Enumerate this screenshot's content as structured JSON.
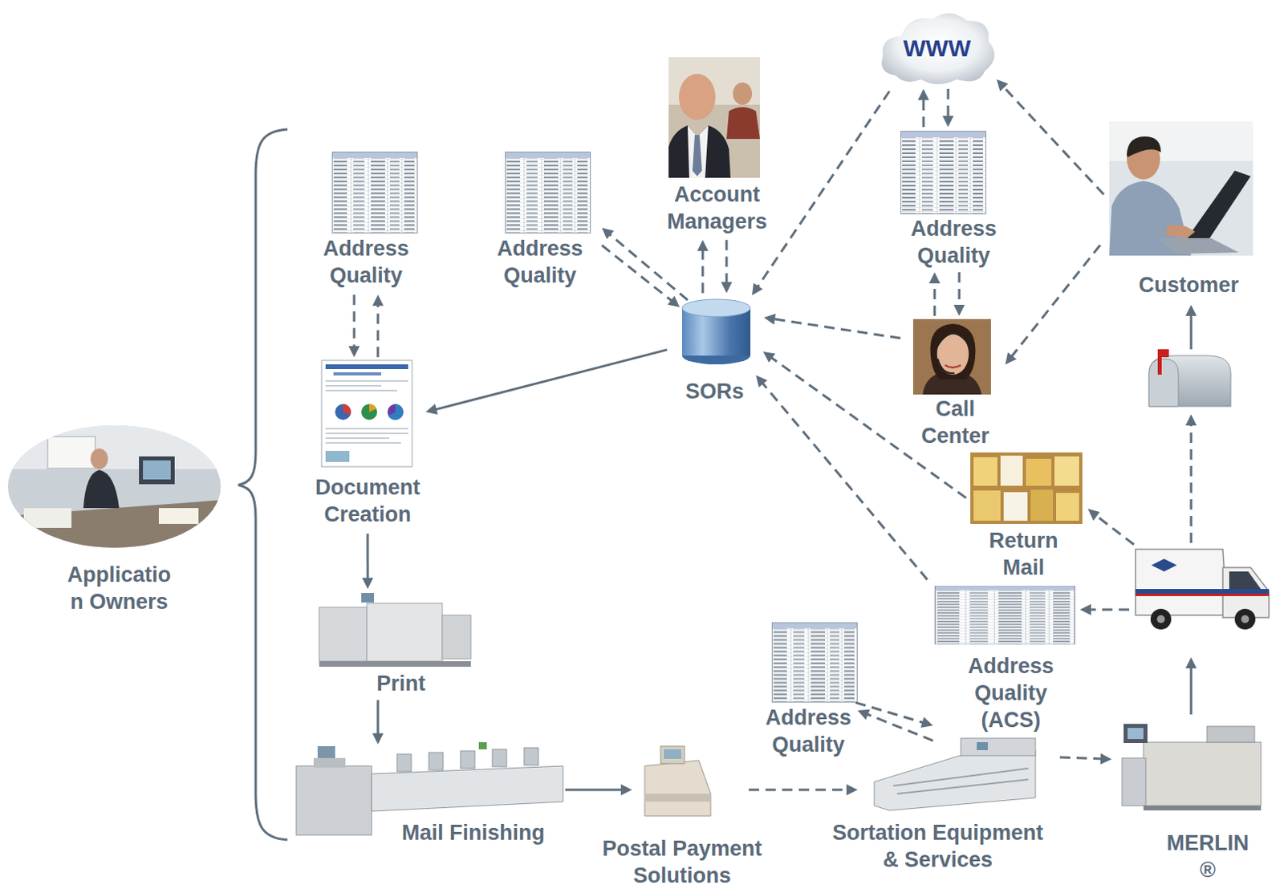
{
  "diagram": {
    "nodes": [
      {
        "text": [
          "WWW"
        ]
      },
      {
        "text": [
          "Account Managers"
        ]
      },
      {
        "text": [
          "Address Quality"
        ]
      },
      {
        "text": [
          "Address Quality"
        ]
      },
      {
        "text": [
          "Address Quality"
        ]
      },
      {
        "text": [
          "Customer"
        ]
      },
      {
        "text": [
          "SORs"
        ]
      },
      {
        "text": [
          "Call Center"
        ]
      },
      {
        "text": [
          "Document Creation"
        ]
      },
      {
        "text": [
          "Return Mail"
        ]
      },
      {
        "text": [
          "Applicatio n Owners"
        ]
      },
      {
        "text": [
          "Address Quality (ACS)"
        ]
      },
      {
        "text": [
          "Print"
        ]
      },
      {
        "text": [
          "Address Quality"
        ]
      },
      {
        "text": [
          "Mail Finishing"
        ]
      },
      {
        "text": [
          "Sortation Equipment & Services"
        ]
      },
      {
        "text": [
          "Postal Payment Solutions"
        ]
      },
      {
        "text": [
          "MERLIN ®"
        ]
      }
    ],
    "edges": [
      {
        "from": 2,
        "to": 8,
        "arrow": "to"
      },
      {
        "from": 8,
        "to": 2,
        "arrow": "to"
      },
      {
        "from": 6,
        "to": 3,
        "arrow": "to"
      },
      {
        "from": 3,
        "to": 6,
        "arrow": "to"
      },
      {
        "from": 6,
        "to": 1,
        "arrow": "to"
      },
      {
        "from": 1,
        "to": 6,
        "arrow": "to"
      },
      {
        "from": 0,
        "to": 6,
        "arrow": "to"
      },
      {
        "from": 4,
        "to": 0,
        "arrow": "to"
      },
      {
        "from": 0,
        "to": 4,
        "arrow": "to"
      },
      {
        "from": 7,
        "to": 4,
        "arrow": "to"
      },
      {
        "from": 4,
        "to": 7,
        "arrow": "to"
      },
      {
        "from": 5,
        "to": 0,
        "arrow": "to"
      },
      {
        "from": 5,
        "to": 7,
        "arrow": "to"
      },
      {
        "from": 7,
        "to": 6,
        "arrow": "to"
      },
      {
        "from": 9,
        "to": 6,
        "arrow": "to"
      },
      {
        "from": 11,
        "to": 6,
        "arrow": "to"
      },
      {
        "from": 6,
        "to": 8,
        "arrow": "to"
      },
      {
        "from": 8,
        "to": 12,
        "arrow": "to"
      },
      {
        "from": 12,
        "to": 14,
        "arrow": "to"
      },
      {
        "from": 14,
        "to": 16,
        "arrow": "to"
      },
      {
        "from": 16,
        "to": 15,
        "arrow": "to"
      },
      {
        "from": 13,
        "to": 15,
        "arrow": "to"
      },
      {
        "from": 15,
        "to": 13,
        "arrow": "to"
      },
      {
        "from": 15,
        "to": 17,
        "arrow": "to"
      }
    ]
  }
}
